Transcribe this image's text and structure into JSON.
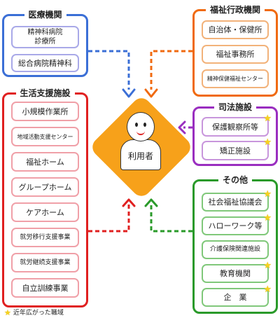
{
  "center": {
    "label": "利用者"
  },
  "groups": {
    "medical": {
      "title": "医療機関",
      "items": [
        {
          "line1": "精神科病院",
          "line2": "診療所"
        },
        {
          "line1": "総合病院精神科"
        }
      ]
    },
    "welfare_admin": {
      "title": "福祉行政機関",
      "items": [
        "自治体・保健所",
        "福祉事務所",
        "精神保健福祉センター"
      ]
    },
    "living_support": {
      "title": "生活支援施設",
      "items": [
        "小規模作業所",
        "地域活動支援センター",
        "福祉ホーム",
        "グループホーム",
        "ケアホーム",
        "就労移行支援事業",
        "就労継続支援事業",
        "自立訓練事業"
      ]
    },
    "judicial": {
      "title": "司法施設",
      "items": [
        "保護観察所等",
        "矯正施設"
      ]
    },
    "other": {
      "title": "その他",
      "items": [
        "社会福祉協議会",
        "ハローワーク等",
        "介護保険関連施設",
        "教育機関",
        "企　業"
      ]
    }
  },
  "legend": {
    "text": "近年広がった職域"
  },
  "colors": {
    "medical": "#3b6fd6",
    "welfare_admin": "#f06a10",
    "living_support": "#e02020",
    "judicial": "#9a2ec0",
    "other": "#2a9a2a",
    "center": "#f7a11a",
    "star": "#f7d21e"
  },
  "icons": {
    "star": "star-icon",
    "person": "person-icon"
  }
}
